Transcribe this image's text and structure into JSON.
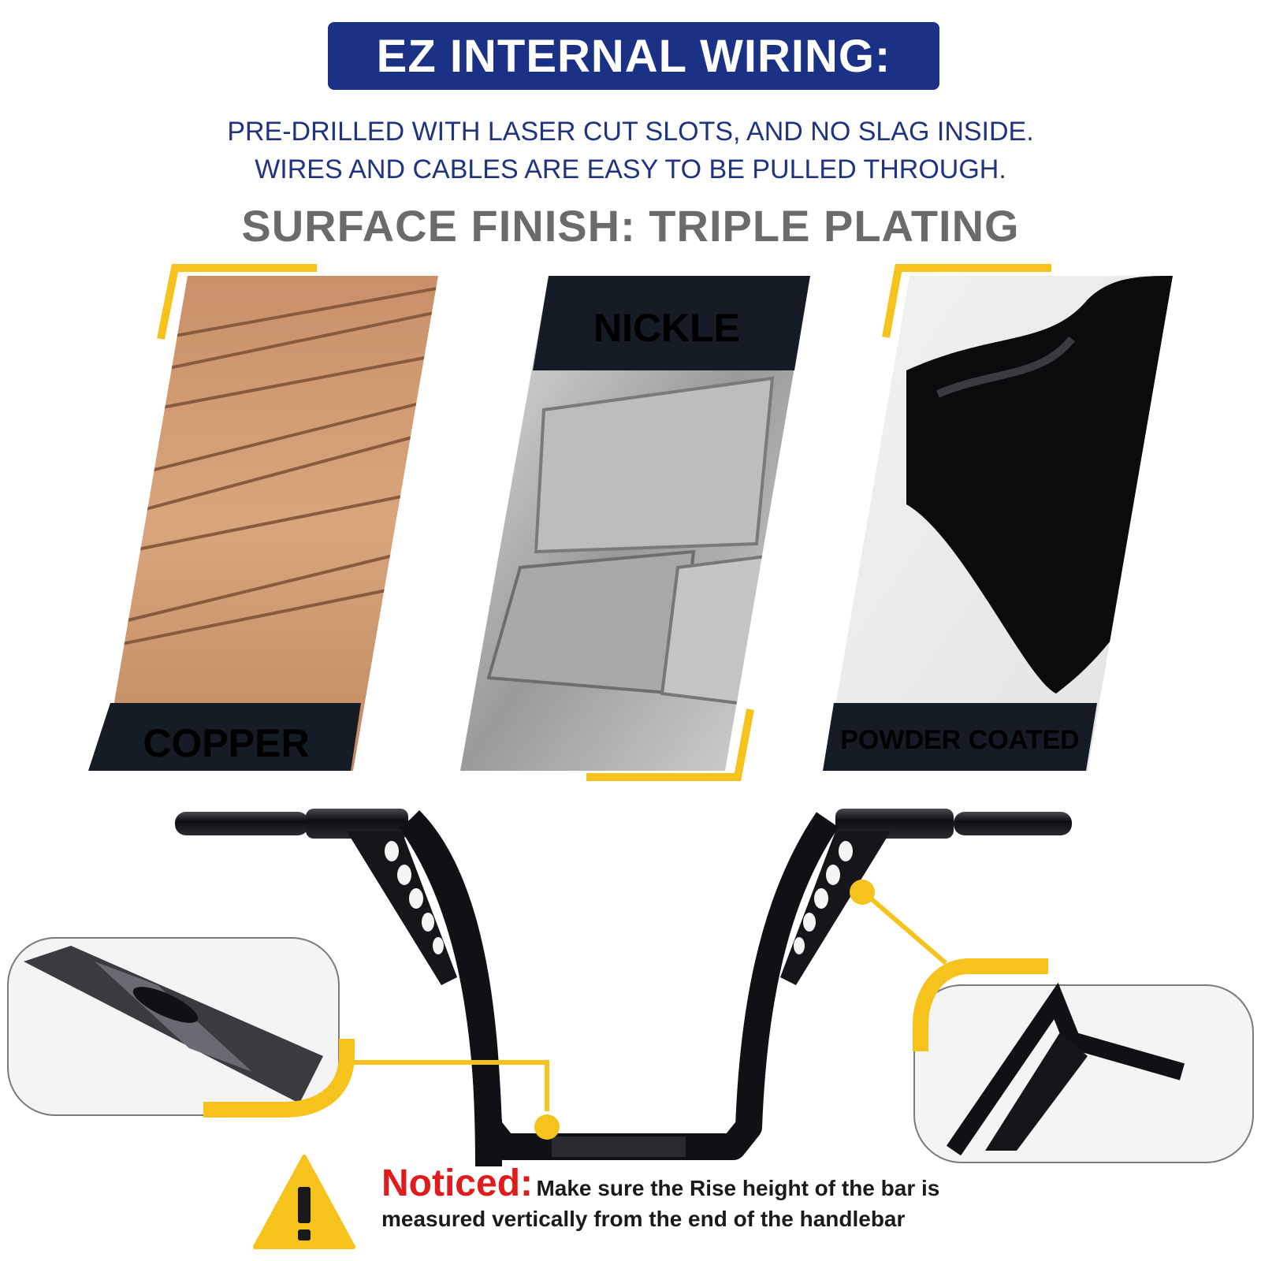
{
  "header": {
    "title": "EZ INTERNAL WIRING:",
    "line1": "PRE-DRILLED WITH LASER CUT SLOTS, AND NO SLAG INSIDE.",
    "line2": "WIRES AND CABLES ARE EASY TO BE PULLED THROUGH."
  },
  "finish": {
    "title": "SURFACE FINISH: TRIPLE PLATING",
    "materials": [
      {
        "label": "COPPER"
      },
      {
        "label": "NICKLE"
      },
      {
        "label": "POWDER COATED"
      }
    ]
  },
  "notice": {
    "lead": "Noticed:",
    "text1": "Make sure the Rise height of the bar is",
    "text2": "measured vertically from the end of the handlebar"
  },
  "colors": {
    "banner": "#1b3185",
    "accent_yellow": "#f6c21c",
    "label_dark": "#151c26",
    "notice_red": "#e01b1b"
  },
  "icons": [
    "warning-triangle-icon"
  ]
}
